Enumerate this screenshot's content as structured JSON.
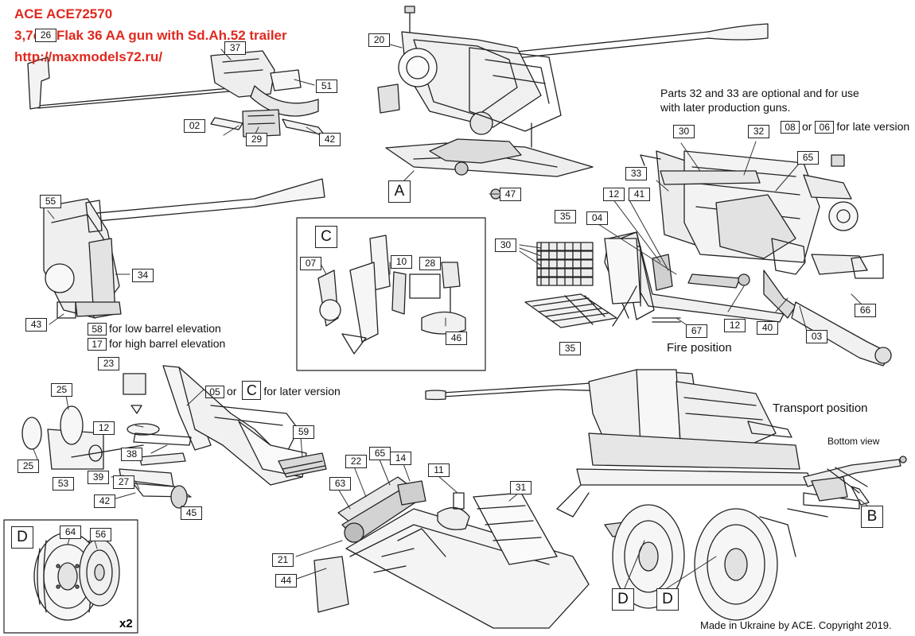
{
  "header": {
    "line1": "ACE ACE72570",
    "line2": "3,7cm Flak 36 AA gun with Sd.Ah.52 trailer",
    "line3": "http://maxmodels72.ru/"
  },
  "notes": {
    "optional_parts": "Parts 32 and 33 are optional and for use",
    "optional_parts_2": "with later production guns.",
    "late_version_a": "08",
    "late_version_or": "or",
    "late_version_b": "06",
    "late_version_text": "for late version",
    "low_elev_part": "58",
    "low_elev_text": "for low barrel elevation",
    "high_elev_part": "17",
    "high_elev_text": "for high barrel elevation",
    "later_version_part": "05",
    "later_version_or": "or",
    "later_version_sub": "C",
    "later_version_text": "for later version",
    "fire_position": "Fire position",
    "transport_position": "Transport position",
    "bottom_view": "Bottom view",
    "copyright": "Made in Ukraine by ACE. Copyright 2019.",
    "wheel_qty": "x2"
  },
  "subassemblies": {
    "A": "A",
    "B": "B",
    "C": "C",
    "D": "D",
    "D2": "D",
    "D3": "D"
  },
  "parts": {
    "p26": "26",
    "p37": "37",
    "p51": "51",
    "p02": "02",
    "p29": "29",
    "p42a": "42",
    "p20": "20",
    "p47": "47",
    "p55": "55",
    "p34": "34",
    "p43": "43",
    "p07": "07",
    "p10": "10",
    "p28": "28",
    "p46": "46",
    "p30a": "30",
    "p32": "32",
    "p65a": "65",
    "p33": "33",
    "p12a": "12",
    "p41": "41",
    "p35a": "35",
    "p04": "04",
    "p30b": "30",
    "p35b": "35",
    "p67": "67",
    "p12b": "12",
    "p40": "40",
    "p03": "03",
    "p66": "66",
    "p23": "23",
    "p25a": "25",
    "p12c": "12",
    "p38": "38",
    "p59": "59",
    "p25b": "25",
    "p53": "53",
    "p39": "39",
    "p27": "27",
    "p42b": "42",
    "p45": "45",
    "p22": "22",
    "p65b": "65",
    "p14": "14",
    "p11": "11",
    "p63": "63",
    "p31": "31",
    "p21": "21",
    "p44": "44",
    "p64": "64",
    "p56": "56"
  }
}
